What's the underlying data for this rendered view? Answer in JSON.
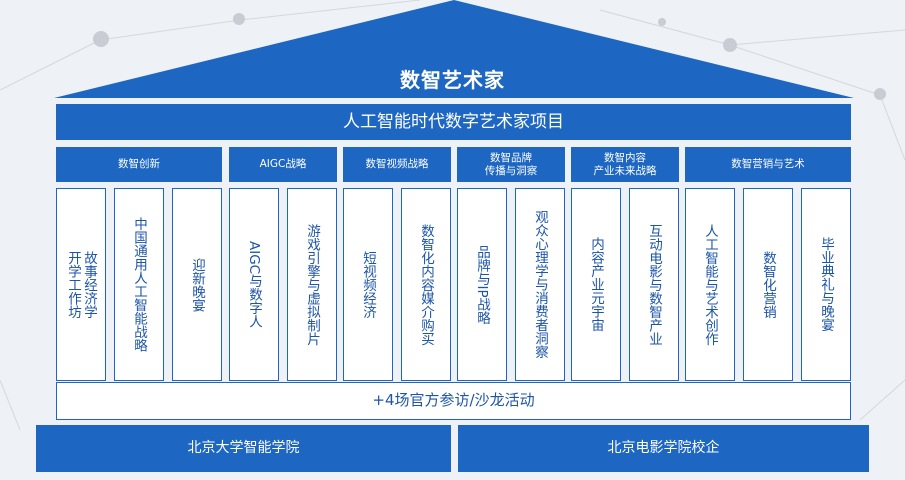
{
  "title": "数智艺术家",
  "banner": "人工智能时代数字艺术家项目",
  "categories": [
    {
      "label": "数智创新",
      "cards": [
        "故事经济学\n开学工作坊",
        "中国通用人工智能战略",
        "迎新晚宴"
      ]
    },
    {
      "label": "AIGC战略",
      "cards": [
        "AIGC与数字人",
        "游戏引擎与虚拟制片"
      ]
    },
    {
      "label": "数智视频战略",
      "cards": [
        "短视频经济",
        "数智化内容媒介购买"
      ]
    },
    {
      "label": "数智品牌\n传播与洞察",
      "cards": [
        "品牌与IP战略",
        "观众心理学与消费者洞察"
      ]
    },
    {
      "label": "数智内容\n产业未来战略",
      "cards": [
        "内容产业元宇宙",
        "互动电影与数智产业"
      ]
    },
    {
      "label": "数智营销与艺术",
      "cards": [
        "人工智能与艺术创作",
        "数智化营销",
        "毕业典礼与晚宴"
      ]
    }
  ],
  "activity_bar": "+4场官方参访/沙龙活动",
  "foundations": [
    "北京大学智能学院",
    "北京电影学院校企"
  ],
  "colors": {
    "primary": "#1d66c1",
    "card_text": "#1d55a8",
    "background": "#eef1f5"
  }
}
